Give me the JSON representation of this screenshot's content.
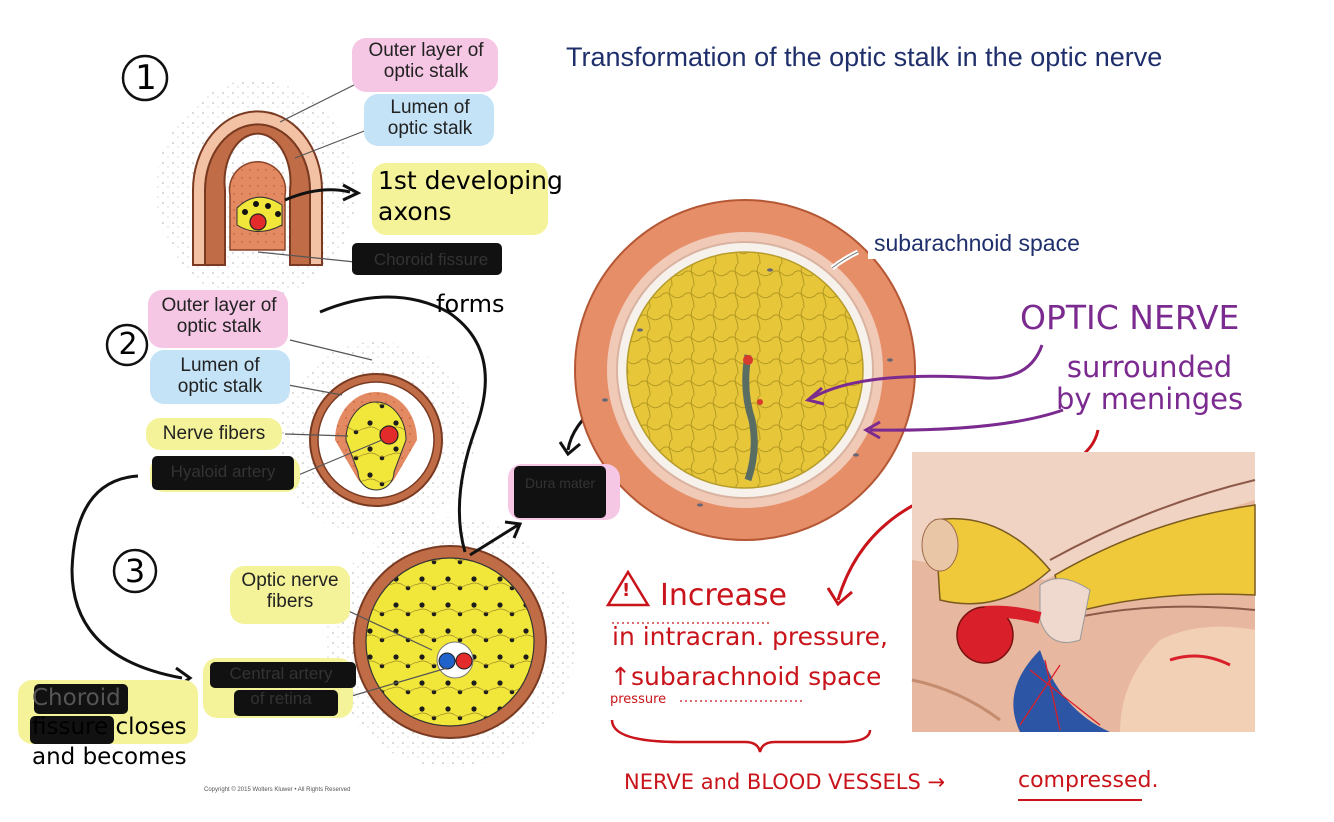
{
  "title": "Transformation of the optic stalk in the optic nerve",
  "stage1": {
    "number": "1",
    "outer_layer": [
      "Outer layer of",
      "optic stalk"
    ],
    "lumen": [
      "Lumen of",
      "optic stalk"
    ],
    "axons": [
      "1st developing",
      "axons"
    ],
    "choroid_fissure": "Choroid fissure"
  },
  "stage2": {
    "number": "2",
    "outer_layer": [
      "Outer layer of",
      "optic stalk"
    ],
    "lumen": [
      "Lumen of",
      "optic stalk"
    ],
    "nerve_fibers": "Nerve fibers",
    "hyaloid_artery": "Hyaloid artery"
  },
  "stage3": {
    "number": "3",
    "optic_nerve_fibers": [
      "Optic nerve",
      "fibers"
    ],
    "central_artery": [
      "Central artery",
      "of retina"
    ]
  },
  "notes": {
    "forms": "forms",
    "fissure_closes": [
      "Choroid",
      "fissure closes",
      "and becomes"
    ],
    "optic_nerve": "OPTIC NERVE",
    "surrounded": [
      "surrounded",
      "by meninges"
    ],
    "subarachnoid": "subarachnoid space",
    "increase": "Increase",
    "intracran": "in intracran. pressure,",
    "subarach_pressure": "↑subarachnoid space",
    "pressure": "pressure",
    "compressed_line": "NERVE and BLOOD VESSELS →",
    "compressed": "compressed.",
    "warning_icon": "!",
    "dura_label": "Dura mater"
  },
  "copyright": "Copyright © 2015 Wolters Kluwer • All Rights Reserved",
  "colors": {
    "title": "#1f2f6b",
    "handwriting_red": "#c8141a",
    "handwriting_purple": "#7b2a8f",
    "highlight_pink": "#f6c7e4",
    "highlight_blue": "#c4e3f7",
    "highlight_yellow": "#f4f39a",
    "stalk_outer": "#b7653f",
    "nerve_yellow": "#e8c51a"
  }
}
